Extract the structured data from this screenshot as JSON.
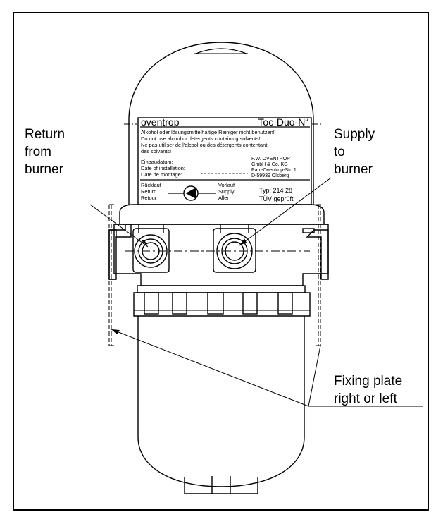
{
  "callouts": {
    "return": [
      "Return",
      "from",
      "burner"
    ],
    "supply": [
      "Supply",
      "to",
      "burner"
    ],
    "fixing": [
      "Fixing plate",
      "right or left"
    ]
  },
  "nameplate": {
    "brand": "oventrop",
    "model": "Toc-Duo-N“",
    "warnings": [
      "Alkohol oder lösungsmittelhaltige Reiniger nicht benutzen!",
      "Do not use alcool or detergents containing solvents!",
      "Ne pas utiliser de l'alcool ou des détergents contentant",
      "des solvants!"
    ],
    "install_labels": [
      "Einbaudatum:",
      "Date of installation:",
      "Date de montage:"
    ],
    "address": [
      "F.W. OVENTROP",
      "GmbH & Co. KG",
      "Paul-Oventrop-Str. 1",
      "D-59939 Olsberg"
    ],
    "return_labels": [
      "Rücklauf",
      "Return",
      "Retour"
    ],
    "supply_labels": [
      "Vorlauf",
      "Supply",
      "Aller"
    ],
    "type": "Typ: 214 28",
    "approval": "TÜV geprüft"
  }
}
